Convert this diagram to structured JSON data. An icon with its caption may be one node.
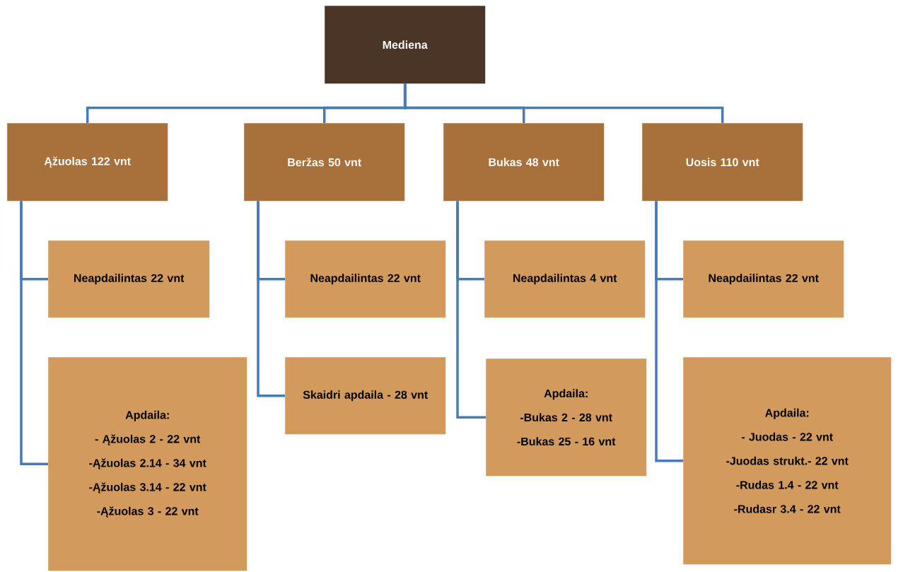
{
  "diagram": {
    "nodes": [
      {
        "text": [
          "Mediena"
        ]
      },
      {
        "text": [
          "Ąžuolas 122 vnt"
        ]
      },
      {
        "text": [
          "Beržas 50 vnt"
        ]
      },
      {
        "text": [
          "Bukas 48 vnt"
        ]
      },
      {
        "text": [
          "Uosis 110 vnt"
        ]
      },
      {
        "text": [
          "Neapdailintas 22 vnt"
        ]
      },
      {
        "text": [
          "Neapdailintas 22 vnt"
        ]
      },
      {
        "text": [
          "Neapdailintas 4 vnt"
        ]
      },
      {
        "text": [
          "Neapdailintas 22 vnt"
        ]
      },
      {
        "text": [
          "Apdaila:",
          "- Ąžuolas 2 - 22 vnt",
          "-Ąžuolas 2.14 - 34 vnt",
          "-Ąžuolas 3.14 - 22 vnt",
          "-Ąžuolas 3 - 22 vnt"
        ]
      },
      {
        "text": [
          "Skaidri apdaila - 28 vnt"
        ]
      },
      {
        "text": [
          "Apdaila:",
          "-Bukas 2 - 28 vnt",
          "-Bukas 25 - 16 vnt"
        ]
      },
      {
        "text": [
          "Apdaila:",
          "- Juodas - 22 vnt",
          "-Juodas strukt.- 22 vnt",
          "-Rudas 1.4 - 22 vnt",
          "-Rudasr 3.4 - 22 vnt"
        ]
      }
    ],
    "edges": [
      {
        "from": 0,
        "to": 1,
        "arrow": "none"
      },
      {
        "from": 0,
        "to": 2,
        "arrow": "none"
      },
      {
        "from": 0,
        "to": 3,
        "arrow": "none"
      },
      {
        "from": 0,
        "to": 4,
        "arrow": "none"
      },
      {
        "from": 1,
        "to": 5,
        "arrow": "none"
      },
      {
        "from": 1,
        "to": 9,
        "arrow": "none"
      },
      {
        "from": 2,
        "to": 6,
        "arrow": "none"
      },
      {
        "from": 2,
        "to": 10,
        "arrow": "none"
      },
      {
        "from": 3,
        "to": 7,
        "arrow": "none"
      },
      {
        "from": 3,
        "to": 11,
        "arrow": "none"
      },
      {
        "from": 4,
        "to": 8,
        "arrow": "none"
      },
      {
        "from": 4,
        "to": 12,
        "arrow": "none"
      }
    ]
  }
}
